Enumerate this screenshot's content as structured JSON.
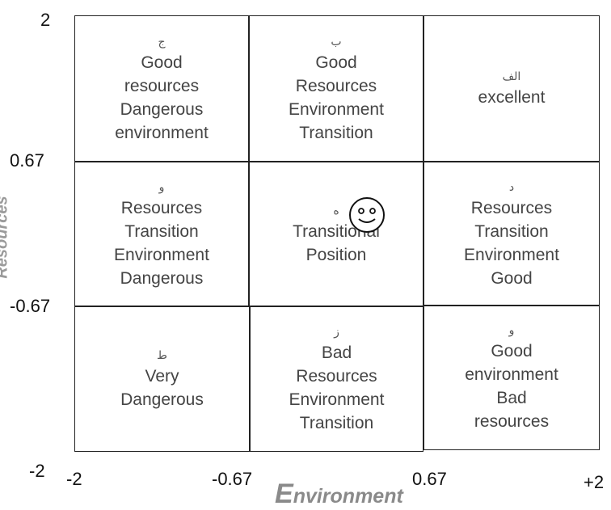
{
  "cells": [
    {
      "id": "r1c1",
      "label": "ج",
      "lines": [
        "Good",
        "resources",
        "Dangerous",
        "environment"
      ]
    },
    {
      "id": "r1c2",
      "label": "ب",
      "lines": [
        "Good",
        "Resources",
        "Environment",
        "Transition"
      ]
    },
    {
      "id": "r1c3",
      "label": "الف",
      "lines": [
        "excellent"
      ]
    },
    {
      "id": "r2c1",
      "label": "و",
      "lines": [
        "Resources",
        "Transition",
        "Environment",
        "Dangerous"
      ]
    },
    {
      "id": "r2c2",
      "label": "ه",
      "lines": [
        "Transitional",
        "Position"
      ]
    },
    {
      "id": "r2c3",
      "label": "د",
      "lines": [
        "Resources",
        "Transition",
        "Environment",
        "Good"
      ]
    },
    {
      "id": "r3c1",
      "label": "ط",
      "lines": [
        "Very",
        "Dangerous"
      ]
    },
    {
      "id": "r3c2",
      "label": "ز",
      "lines": [
        "Bad",
        "Resources",
        "Environment",
        "Transition"
      ]
    },
    {
      "id": "r3c3",
      "label": "و",
      "lines": [
        "Good",
        "environment",
        "Bad",
        "resources"
      ]
    }
  ],
  "x_ticks": [
    "-2",
    "-0.67",
    "0.67",
    "+2"
  ],
  "y_ticks": [
    "2",
    "0.67",
    "-0.67",
    "-2"
  ],
  "x_axis_title": "Environment",
  "x_axis_title_first": "E",
  "x_axis_title_rest": "nvironment",
  "y_axis_title": "Resources"
}
